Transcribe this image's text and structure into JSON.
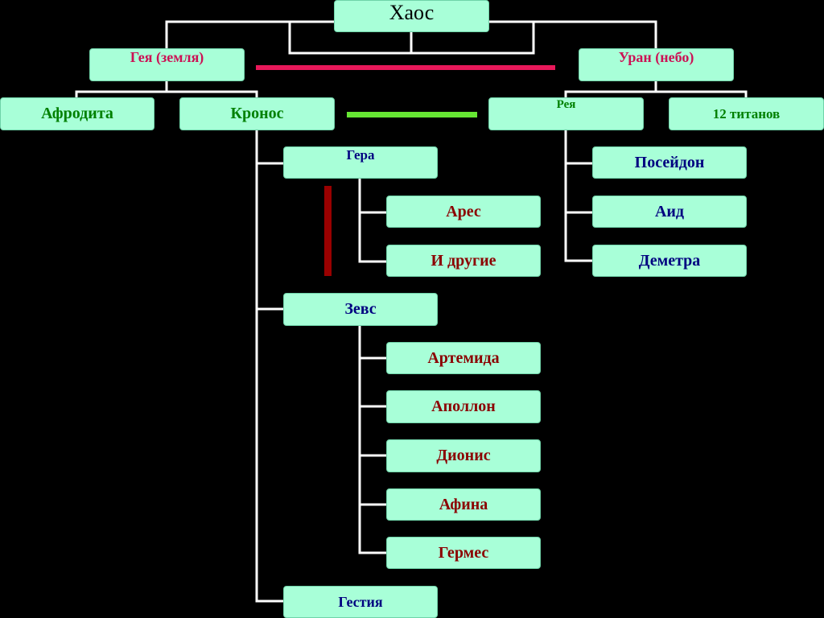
{
  "colors": {
    "background": "#000000",
    "node_fill": "#a8ffd8",
    "connector": "#ffffff",
    "marriage_gaia_uranus": "#e8185a",
    "marriage_kronos_rhea": "#66e633",
    "marriage_hera_zeus": "#990000",
    "text_black": "#000000",
    "text_pink": "#cc1155",
    "text_green": "#008000",
    "text_navy": "#000080",
    "text_darkred": "#8b0000"
  },
  "nodes": {
    "chaos": "Хаос",
    "gaia": "Гея (земля)",
    "uranus": "Уран (небо)",
    "aphrodite": "Афродита",
    "kronos": "Кронос",
    "rhea": "Рея",
    "titans": "12 титанов",
    "hera": "Гера",
    "ares": "Арес",
    "others": "И другие",
    "zeus": "Зевс",
    "artemis": "Артемида",
    "apollo": "Аполлон",
    "dionysus": "Дионис",
    "athena": "Афина",
    "hermes": "Гермес",
    "hestia": "Гестия",
    "poseidon": "Посейдон",
    "hades": "Аид",
    "demeter": "Деметра"
  }
}
